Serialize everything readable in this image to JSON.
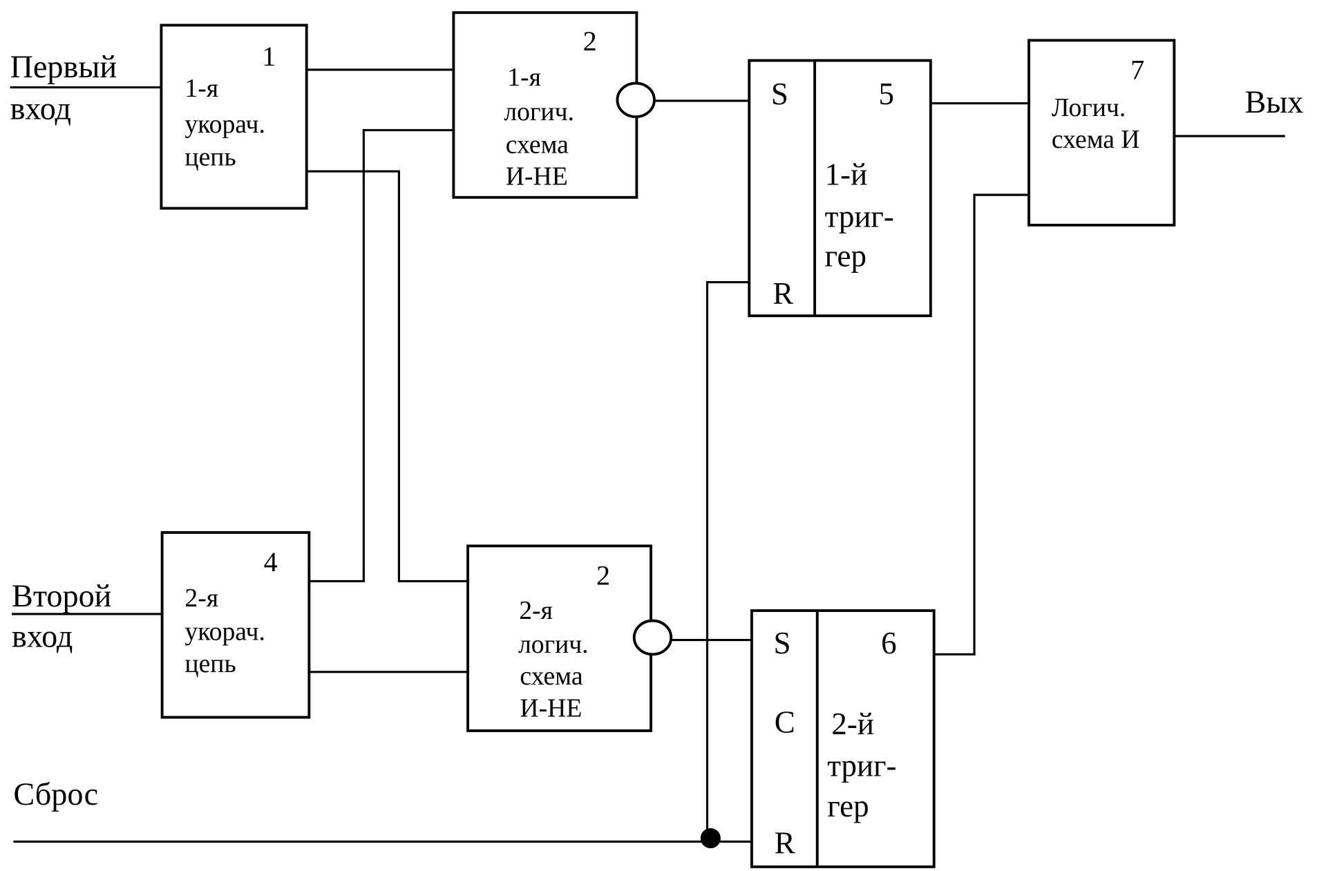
{
  "colors": {
    "stroke": "#000000",
    "background": "#ffffff"
  },
  "inputs": {
    "first_input": {
      "line1": "Первый",
      "line2": "вход"
    },
    "second_input": {
      "line1": "Второй",
      "line2": "вход"
    },
    "reset": "Сброс",
    "output": "Вых"
  },
  "blocks": {
    "shortener_1": {
      "number": "1",
      "lines": [
        "1-я",
        "укорач.",
        "цепь"
      ]
    },
    "nand_1": {
      "number": "2",
      "lines": [
        "1-я",
        "логич.",
        "схема",
        "И-НЕ"
      ]
    },
    "trigger_1": {
      "number": "5",
      "pins": [
        "S",
        "R"
      ],
      "lines": [
        "1-й",
        "триг-",
        "гер"
      ]
    },
    "and_7": {
      "number": "7",
      "lines": [
        "Логич.",
        "схема И"
      ]
    },
    "shortener_2": {
      "number": "4",
      "lines": [
        "2-я",
        "укорач.",
        "цепь"
      ]
    },
    "nand_2": {
      "number": "2",
      "lines": [
        "2-я",
        "логич.",
        "схема",
        "И-НЕ"
      ]
    },
    "trigger_2": {
      "number": "6",
      "pins": [
        "S",
        "C",
        "R"
      ],
      "lines": [
        "2-й",
        "триг-",
        "гер"
      ]
    }
  }
}
